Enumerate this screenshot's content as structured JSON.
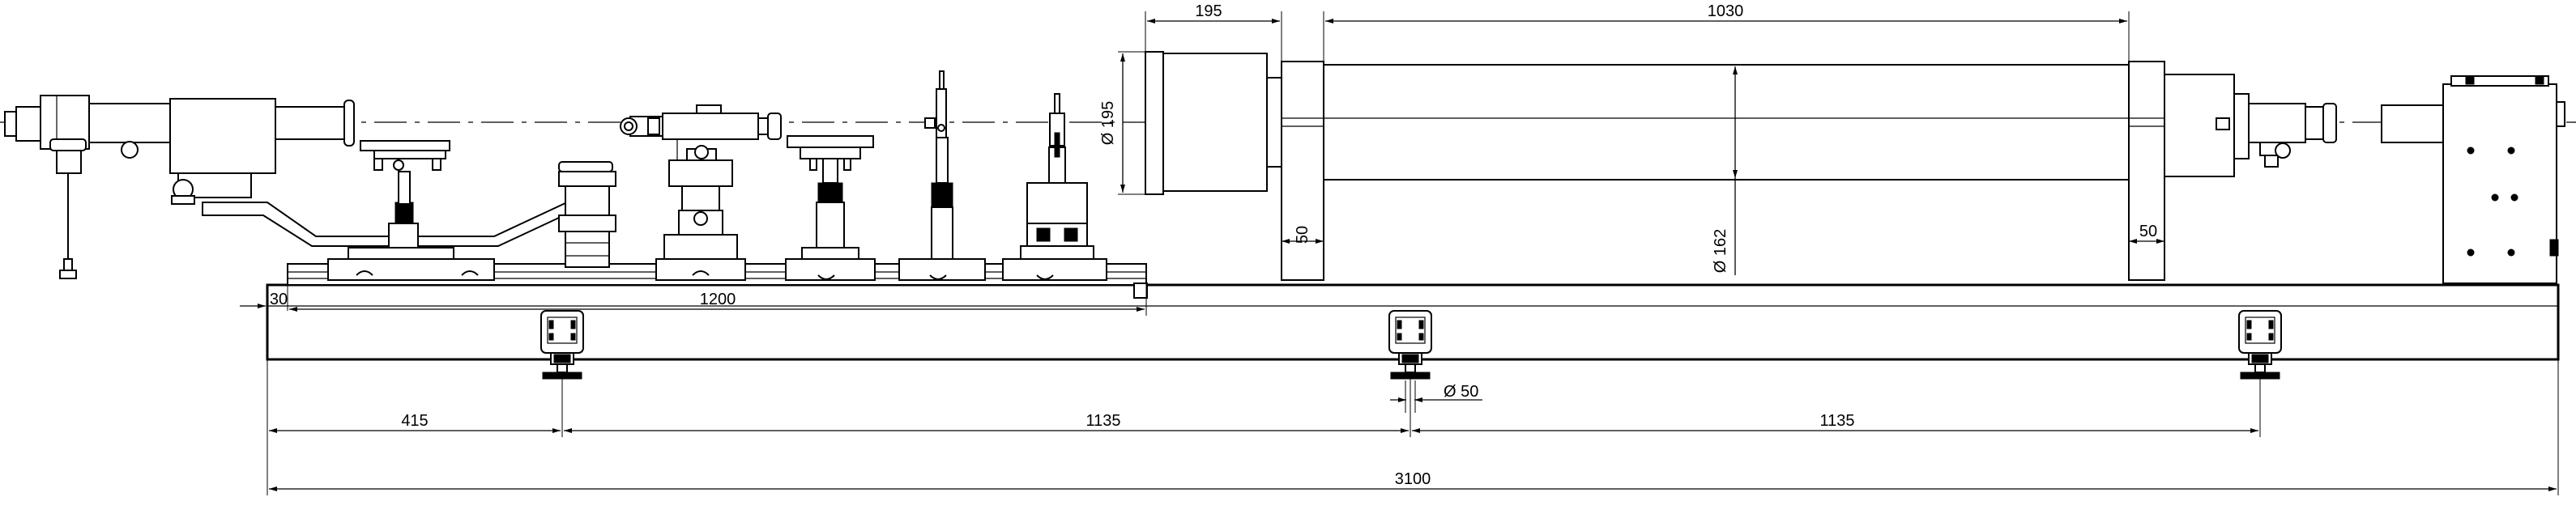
{
  "dimensions": {
    "d195_top": "195",
    "d1030": "1030",
    "d30": "30",
    "d1200": "1200",
    "dia195": "Ø 195",
    "dia162": "Ø 162",
    "d50_left": "50",
    "d50_right": "50",
    "dia50": "Ø 50",
    "d415": "415",
    "d1135_left": "1135",
    "d1135_right": "1135",
    "d3100": "3100"
  }
}
